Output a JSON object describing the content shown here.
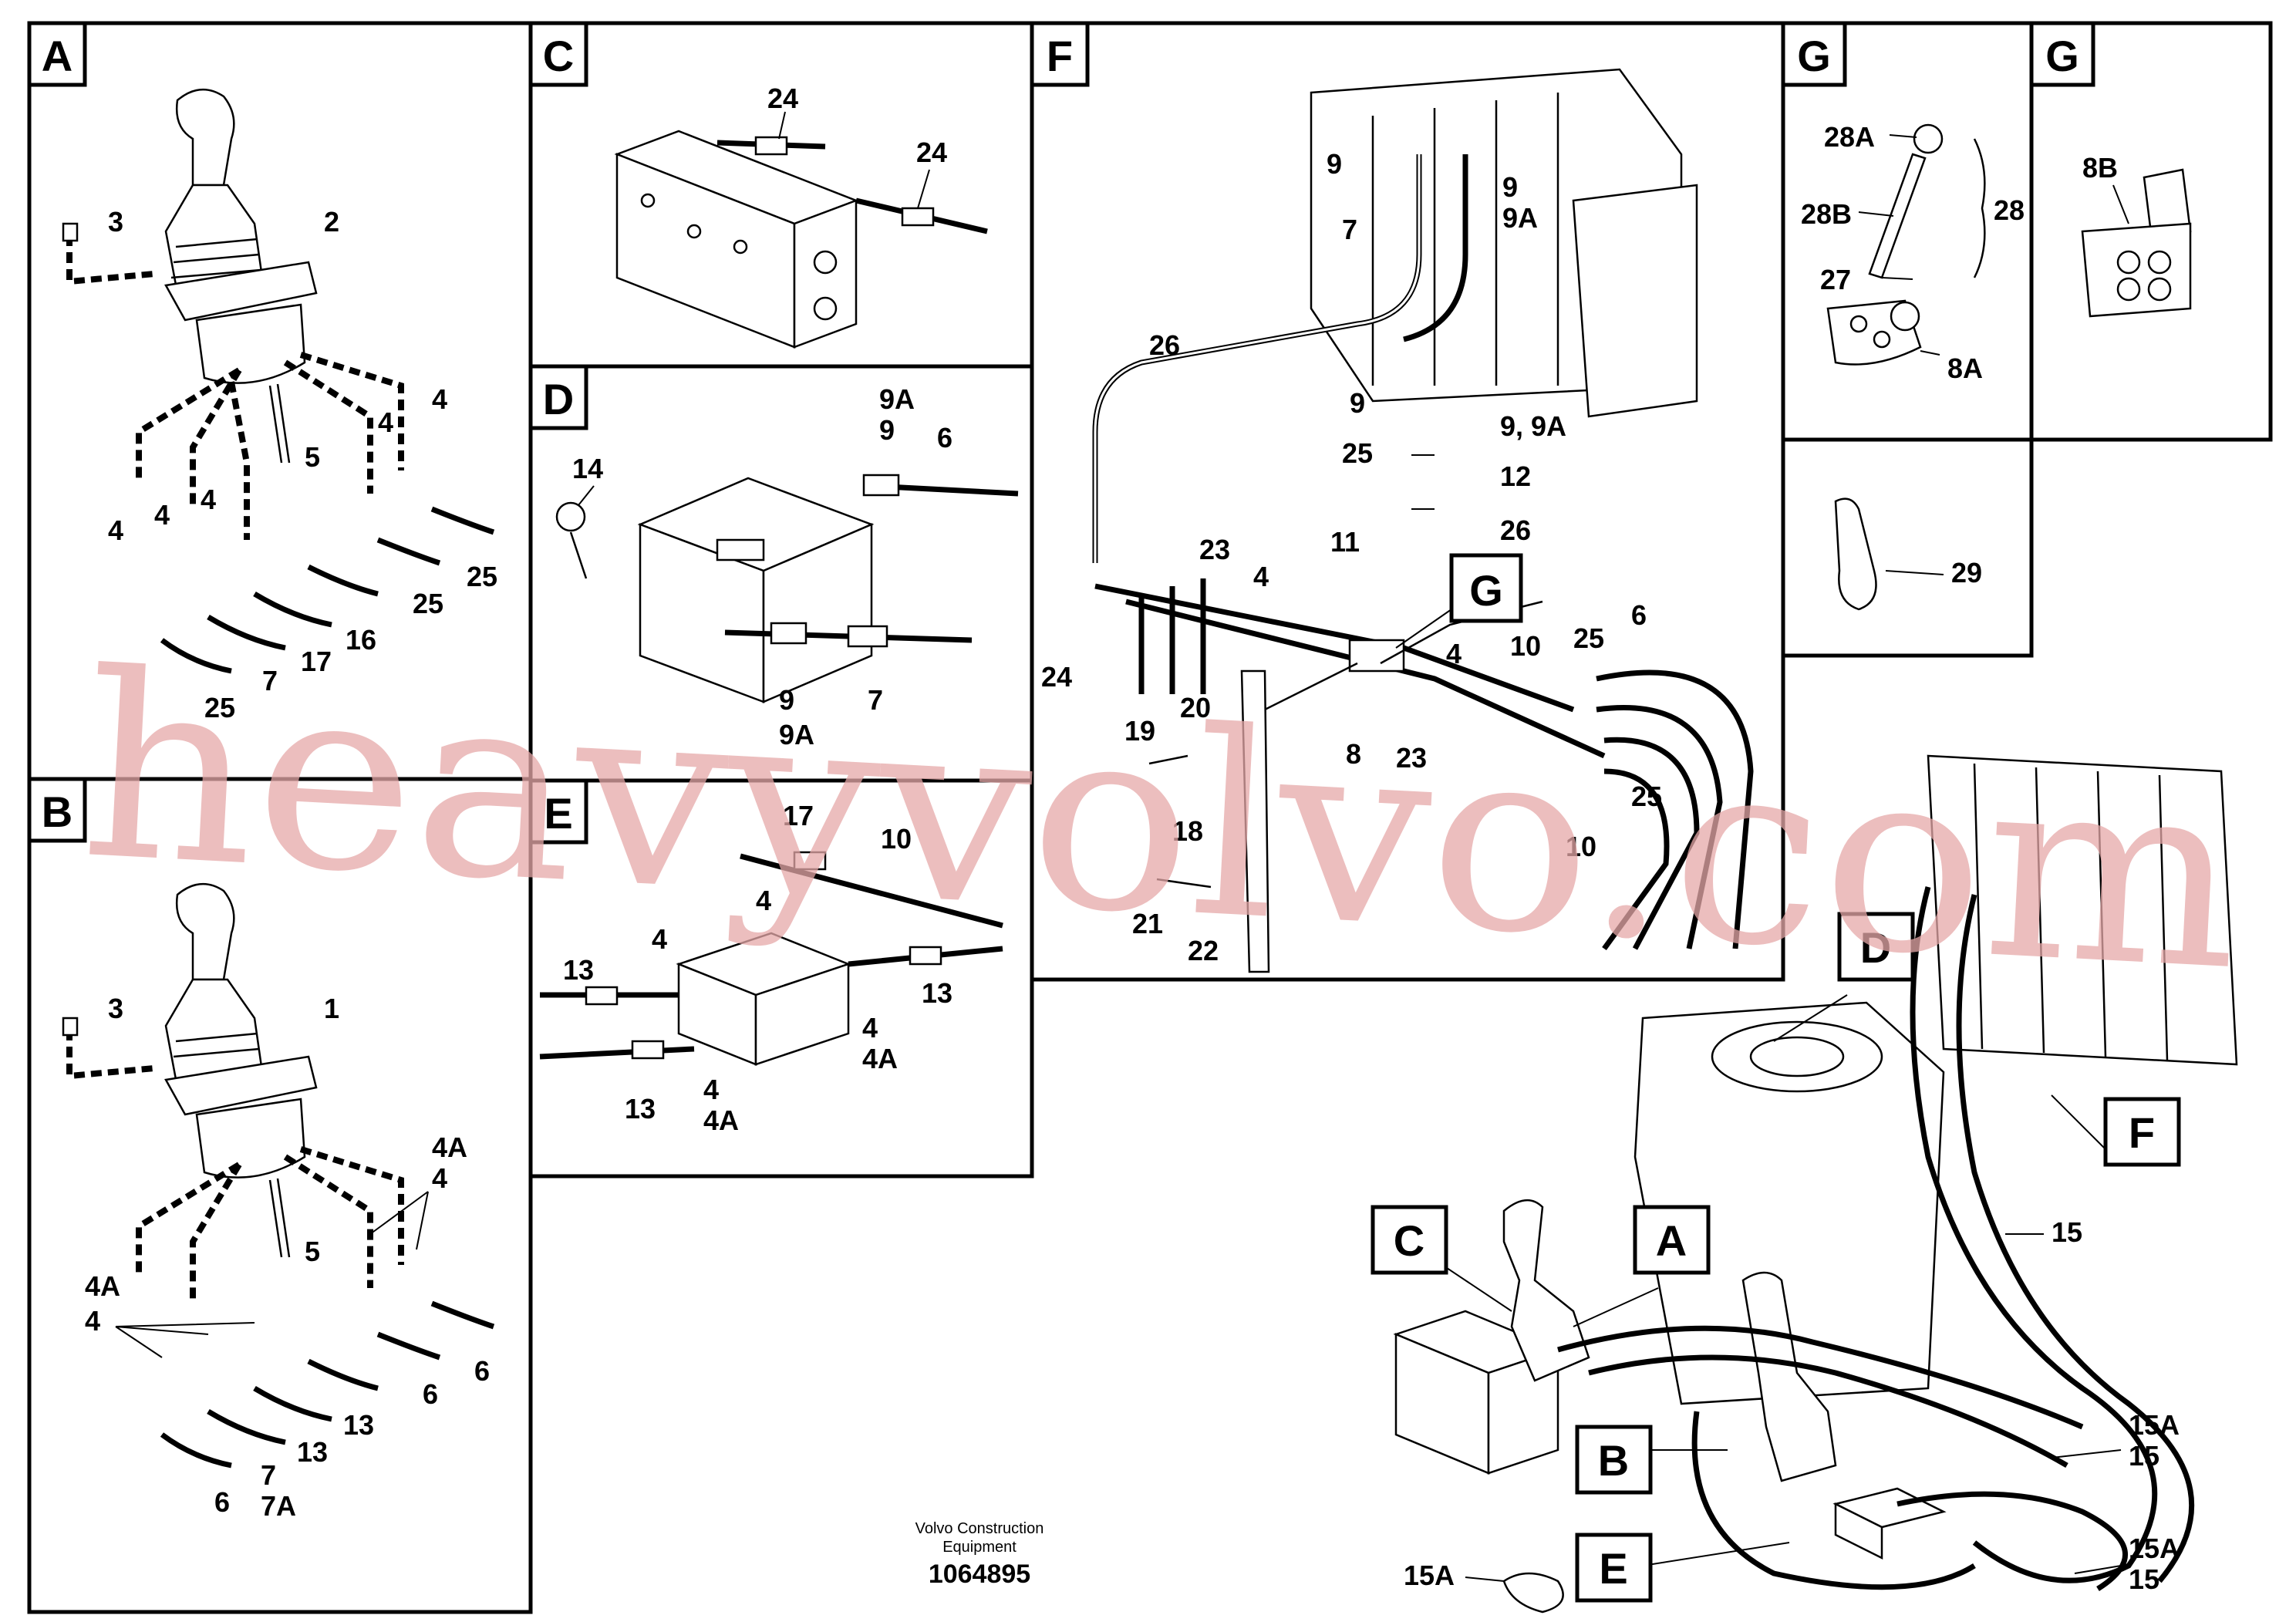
{
  "panels": {
    "A": {
      "tag": "A",
      "labels": [
        "3",
        "2",
        "4",
        "4",
        "4",
        "4",
        "4",
        "5",
        "25",
        "25",
        "25",
        "7",
        "17",
        "16"
      ]
    },
    "B": {
      "tag": "B",
      "labels": [
        "3",
        "1",
        "4A",
        "4",
        "4A",
        "4",
        "5",
        "6",
        "6",
        "6",
        "7",
        "7A",
        "13",
        "13"
      ]
    },
    "C": {
      "tag": "C",
      "labels": [
        "24",
        "24"
      ]
    },
    "D": {
      "tag": "D",
      "labels": [
        "9A",
        "9",
        "6",
        "14",
        "9",
        "9A",
        "7"
      ]
    },
    "E": {
      "tag": "E",
      "labels": [
        "17",
        "10",
        "4",
        "4",
        "13",
        "13",
        "4",
        "4A",
        "4",
        "4A",
        "13"
      ]
    },
    "F": {
      "tag": "F",
      "labels": [
        "9",
        "9",
        "9A",
        "7",
        "26",
        "9",
        "25",
        "9, 9A",
        "12",
        "11",
        "26",
        "23",
        "4",
        "24",
        "19",
        "20",
        "8",
        "23",
        "4",
        "10",
        "25",
        "6",
        "25",
        "10",
        "18",
        "21",
        "22"
      ]
    },
    "G1": {
      "tag": "G",
      "labels": [
        "28A",
        "28B",
        "28",
        "27",
        "8A"
      ]
    },
    "G2": {
      "tag": "G",
      "labels": [
        "8B"
      ]
    },
    "H": {
      "labels": [
        "29"
      ]
    }
  },
  "overview": {
    "tags": [
      "D",
      "F",
      "C",
      "A",
      "G",
      "B",
      "E"
    ],
    "labels": [
      "15",
      "15A",
      "15",
      "15A",
      "15",
      "15A"
    ]
  },
  "caption": {
    "company": "Volvo Construction",
    "company2": "Equipment",
    "doc_number": "1064895"
  },
  "watermark": "heavyvolvo.com"
}
